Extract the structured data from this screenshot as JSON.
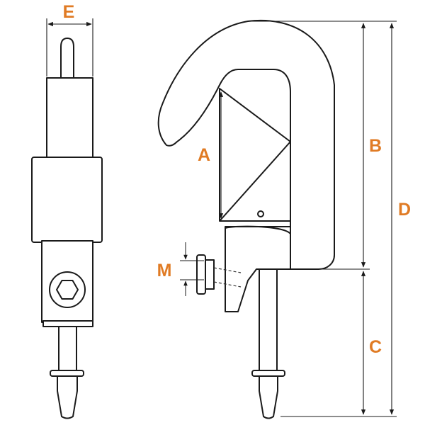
{
  "labels": {
    "e": "E",
    "a": "A",
    "b": "B",
    "c": "C",
    "d": "D",
    "m": "M"
  },
  "colors": {
    "label": "#e07b24",
    "line": "#1a1a1a",
    "fill": "#ffffff",
    "hidden": "#333333"
  }
}
